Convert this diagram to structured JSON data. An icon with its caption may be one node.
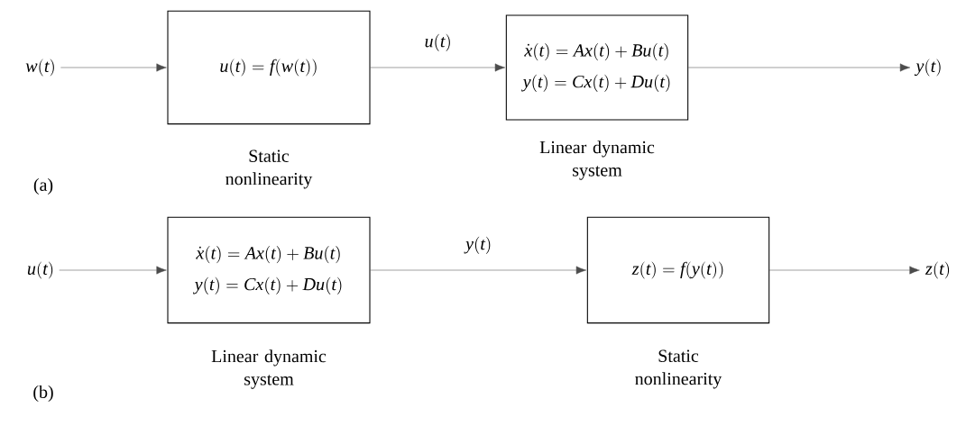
{
  "diagram": {
    "nodes": [
      {
        "text": [
          "w(t)"
        ]
      },
      {
        "text": [
          "u(t) = f(w(t))"
        ],
        "beside": [
          "Static nonlinearity"
        ]
      },
      {
        "text": [
          "\\dot{x}(t) = Ax(t) + Bu(t)",
          "y(t) = Cx(t) + Du(t)"
        ],
        "beside": [
          "Linear dynamic system"
        ]
      },
      {
        "text": [
          "y(t)"
        ]
      },
      {
        "text": [
          "u(t)"
        ]
      },
      {
        "text": [
          "\\dot{x}(t) = Ax(t) + Bu(t)",
          "y(t) = Cx(t) + Du(t)"
        ],
        "beside": [
          "Linear dynamic system"
        ]
      },
      {
        "text": [
          "z(t) = f(y(t))"
        ],
        "beside": [
          "Static nonlinearity"
        ]
      },
      {
        "text": [
          "z(t)"
        ]
      }
    ],
    "edges": [
      {
        "from": 0,
        "to": 1,
        "arrow": "to"
      },
      {
        "from": 1,
        "to": 2,
        "arrow": "to",
        "label": "u(t)"
      },
      {
        "from": 2,
        "to": 3,
        "arrow": "to"
      },
      {
        "from": 4,
        "to": 5,
        "arrow": "to"
      },
      {
        "from": 5,
        "to": 6,
        "arrow": "to",
        "label": "y(t)"
      },
      {
        "from": 6,
        "to": 7,
        "arrow": "to"
      }
    ],
    "labels": [
      "(a)",
      "(b)"
    ]
  }
}
